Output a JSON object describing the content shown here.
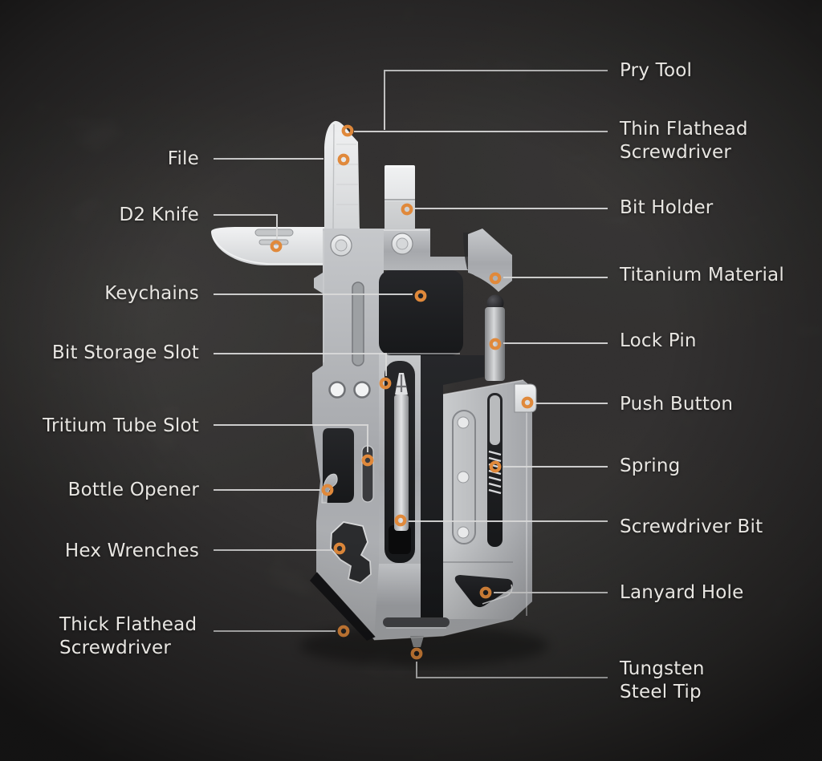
{
  "figure": {
    "kind": "annotated product diagram",
    "marker_style": "orange-ring"
  },
  "colors": {
    "accent_orange": "#E0893B",
    "leader_line": "#D9D9D9",
    "label_text": "#E8E6E2",
    "background": "#343231",
    "metal_light": "#E8E9EB",
    "metal_frame": "#AEB0B3"
  },
  "callouts": {
    "left": [
      {
        "label": "File"
      },
      {
        "label": "D2 Knife"
      },
      {
        "label": "Keychains"
      },
      {
        "label": "Bit Storage Slot"
      },
      {
        "label": "Tritium Tube Slot"
      },
      {
        "label": "Bottle Opener"
      },
      {
        "label": "Hex Wrenches"
      },
      {
        "label": "Thick Flathead Screwdriver"
      }
    ],
    "right": [
      {
        "label": "Pry Tool"
      },
      {
        "label": "Thin Flathead Screwdriver"
      },
      {
        "label": "Bit Holder"
      },
      {
        "label": "Titanium Material"
      },
      {
        "label": "Lock Pin"
      },
      {
        "label": "Push Button"
      },
      {
        "label": "Spring"
      },
      {
        "label": "Screwdriver Bit"
      },
      {
        "label": "Lanyard Hole"
      },
      {
        "label": "Tungsten Steel Tip"
      }
    ]
  }
}
